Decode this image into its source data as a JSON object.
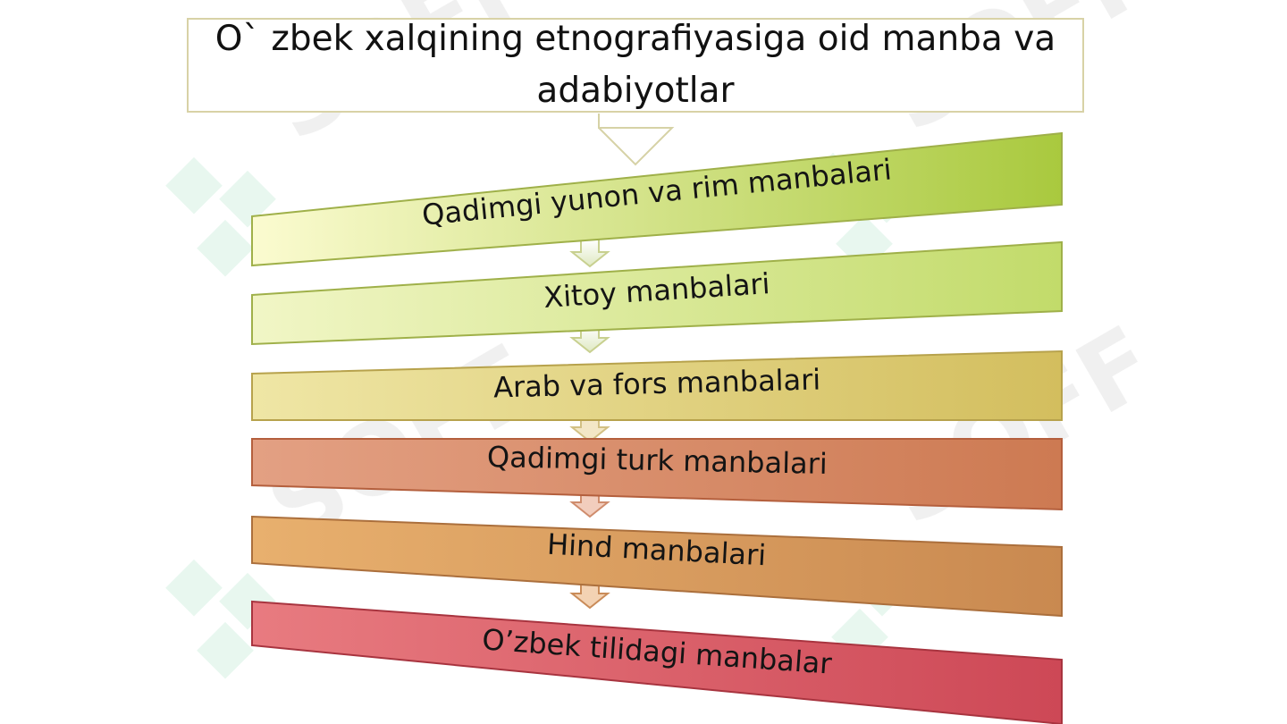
{
  "title": "O` zbek  xalqining etnografiyasiga oid manba va adabiyotlar",
  "watermark_text": "SOFF",
  "steps": [
    {
      "label": "Qadimgi yunon va rim manbalari",
      "color_left": "#fbfbd0",
      "color_right": "#a9c93e"
    },
    {
      "label": "Xitoy manbalari",
      "color_left": "#f1f6c6",
      "color_right": "#c2db6a"
    },
    {
      "label": "Arab va fors manbalari",
      "color_left": "#efe6a5",
      "color_right": "#d3be5e"
    },
    {
      "label": "Qadimgi turk manbalari",
      "color_left": "#e3a083",
      "color_right": "#cd7a52"
    },
    {
      "label": "Hind manbalari",
      "color_left": "#e8b06e",
      "color_right": "#c98950"
    },
    {
      "label": "O’zbek tilidagi manbalar",
      "color_left": "#e87b80",
      "color_right": "#cd4856"
    }
  ]
}
